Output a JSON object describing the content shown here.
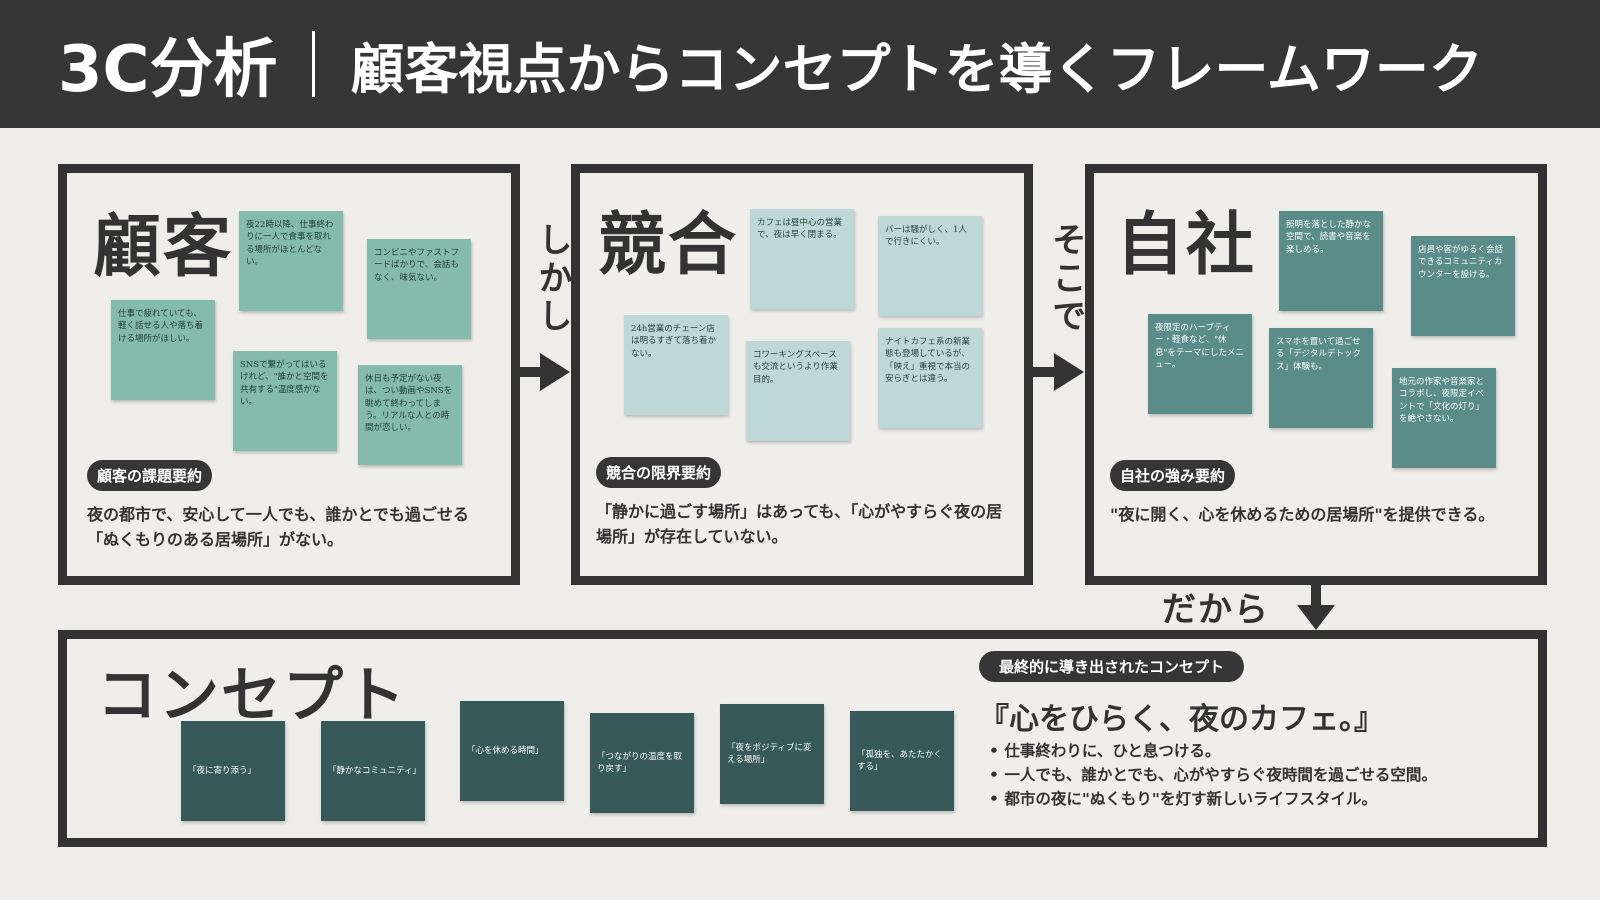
{
  "header": {
    "left": "3C分析",
    "right": "顧客視点からコンセプトを導くフレームワーク"
  },
  "connectors": {
    "customer_to_competitor": "しかし",
    "competitor_to_company": "そこで",
    "company_to_concept": "だから"
  },
  "customer": {
    "title": "顧客",
    "notes": [
      "夜22時以降、仕事終わりに一人で食事を取れる場所がほとんどない。",
      "コンビニやファストフードばかりで、会話もなく、味気ない。",
      "仕事で疲れていても、軽く話せる人や落ち着ける場所がほしい。",
      "SNSで繋がってはいるけれど、\"誰かと空間を共有する\"温度感がない。",
      "休日も予定がない夜は、つい動画やSNSを眺めて終わってしまう。リアルな人との時間が恋しい。"
    ],
    "pill": "顧客の課題要約",
    "summary": "夜の都市で、安心して一人でも、誰かとでも過ごせる「ぬくもりのある居場所」がない。"
  },
  "competitor": {
    "title": "競合",
    "notes": [
      "カフェは昼中心の営業で、夜は早く閉まる。",
      "バーは騒がしく、1人で行きにくい。",
      "24h営業のチェーン店は明るすぎて落ち着かない。",
      "コワーキングスペースも交流というより作業目的。",
      "ナイトカフェ系の新業態も登場しているが、「映え」重視で本当の安らぎとは違う。"
    ],
    "pill": "競合の限界要約",
    "summary": "「静かに過ごす場所」はあっても、「心がやすらぐ夜の居場所」が存在していない。"
  },
  "company": {
    "title": "自社",
    "notes": [
      "照明を落とした静かな空間で、読書や音楽を楽しめる。",
      "店員や客がゆるく会話できるコミュニティカウンターを設ける。",
      "夜限定のハーブティー・軽食など、\"休息\"をテーマにしたメニュー。",
      "スマホを置いて過ごせる「デジタルデトックス」体験も。",
      "地元の作家や音楽家とコラボし、夜限定イベントで「文化の灯り」を絶やさない。"
    ],
    "pill": "自社の強み要約",
    "summary": "\"夜に開く、心を休めるための居場所\"を提供できる。"
  },
  "concept": {
    "title": "コンセプト",
    "notes": [
      "「夜に寄り添う」",
      "「静かなコミュニティ」",
      "「心を休める時間」",
      "「つながりの温度を取り戻す」",
      "「夜をポジティブに変える場所」",
      "「孤独を、あたたかくする」"
    ],
    "pill": "最終的に導き出されたコンセプト",
    "headline": "『心をひらく、夜のカフェ。』",
    "bullets": [
      "仕事終わりに、ひと息つける。",
      "一人でも、誰かとでも、心がやすらぐ夜時間を過ごせる空間。",
      "都市の夜に\"ぬくもり\"を灯す新しいライフスタイル。"
    ]
  },
  "colors": {
    "header_bg": "#363636",
    "page_bg": "#eeede9",
    "note_customer": "#84bbad",
    "note_competitor": "#bdd8d6",
    "note_company": "#5a8c8a",
    "note_concept": "#37595a"
  }
}
